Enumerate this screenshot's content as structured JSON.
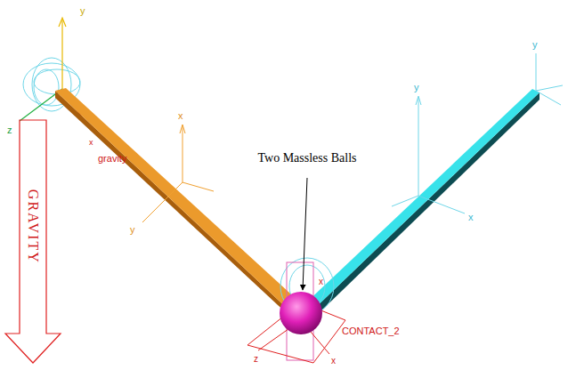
{
  "diagram": {
    "labels": [
      "Two Massless Balls",
      "CONTACT_2",
      "gravity",
      "GRAVITY",
      "y",
      "x",
      "z",
      "x",
      "y",
      "y",
      "x",
      "y",
      "x",
      "z",
      "x"
    ]
  }
}
